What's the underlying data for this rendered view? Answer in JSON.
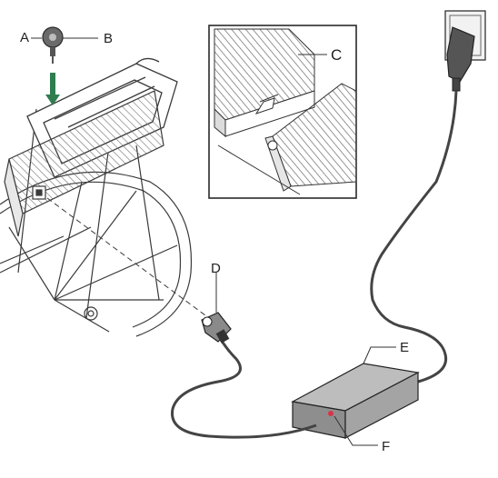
{
  "diagram": {
    "callouts": {
      "a": "A",
      "b": "B",
      "c": "C",
      "d": "D",
      "e": "E",
      "f": "F"
    },
    "colors": {
      "line": "#3a3a3a",
      "hatch": "#6a6a6a",
      "arrow": "#2f7d4f",
      "led": "#d9334a",
      "charger_top": "#bdbdbd",
      "charger_side": "#8e8e8e",
      "plug": "#555555"
    }
  }
}
